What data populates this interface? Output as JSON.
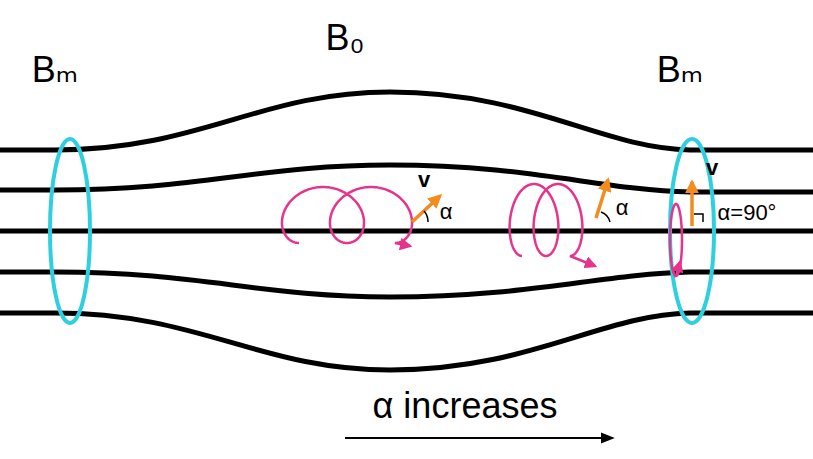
{
  "diagram": {
    "labels": [
      "Bₘ",
      "B₀",
      "Bₘ",
      "v",
      "α",
      "α",
      "v",
      "α=90°",
      "α increases"
    ]
  }
}
